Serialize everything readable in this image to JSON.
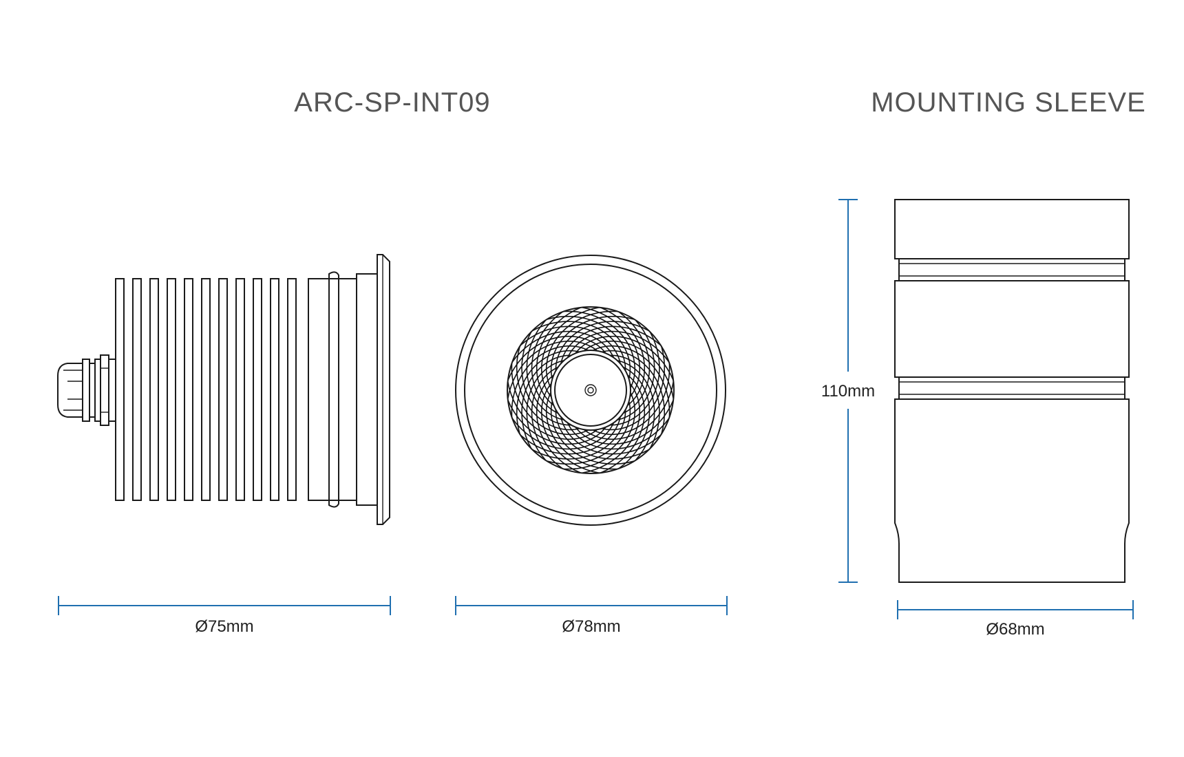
{
  "titles": {
    "product": "ARC-SP-INT09",
    "sleeve": "MOUNTING SLEEVE"
  },
  "dimensions": {
    "side_diameter": "Ø75mm",
    "front_diameter": "Ø78mm",
    "sleeve_diameter": "Ø68mm",
    "sleeve_height": "110mm"
  },
  "colors": {
    "dimension_line": "#1f6fb0",
    "outline": "#1a1a1a",
    "title": "#555555"
  }
}
